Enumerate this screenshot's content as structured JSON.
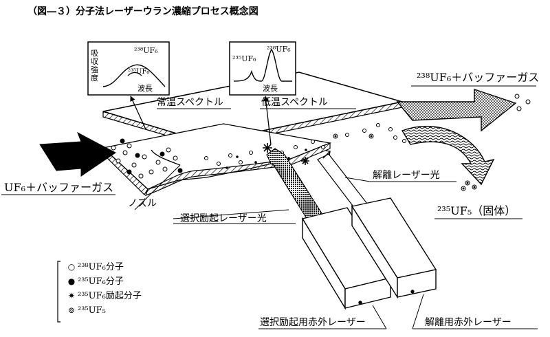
{
  "title": "（図―３）分子法レーザーウラン濃縮プロセス概念図",
  "labels": {
    "room_temp_spectrum": "常温スペクトル",
    "low_temp_spectrum": "低温スペクトル",
    "feed_gas": "UF₆＋バッファーガス",
    "product_gas": "²³⁸UF₆＋バッファーガス",
    "nozzle": "ノズル",
    "selective_laser_beam": "選択励起レーザー光",
    "dissociation_laser_beam": "解離レーザー光",
    "solid_product": "²³⁵UF₅（固体）",
    "selective_ir_laser": "選択励起用赤外レーザー",
    "dissociation_ir_laser": "解離用赤外レーザー"
  },
  "inset_room": {
    "ylabel": "吸収強度",
    "xlabel": "波長",
    "peak_238": "²³⁸UF₆",
    "peak_235": "²³⁵UF₆"
  },
  "inset_low": {
    "xlabel": "波長",
    "peak_235": "²³⁵UF₆",
    "peak_238": "²³⁸UF₆"
  },
  "legend": [
    {
      "symbol": "○",
      "text": "²³⁸UF₆分子"
    },
    {
      "symbol": "●",
      "text": "²³⁵UF₆分子"
    },
    {
      "symbol": "✷",
      "text": "²³⁵UF₆励起分子"
    },
    {
      "symbol": "⊚",
      "text": "²³⁵UF₅"
    }
  ]
}
